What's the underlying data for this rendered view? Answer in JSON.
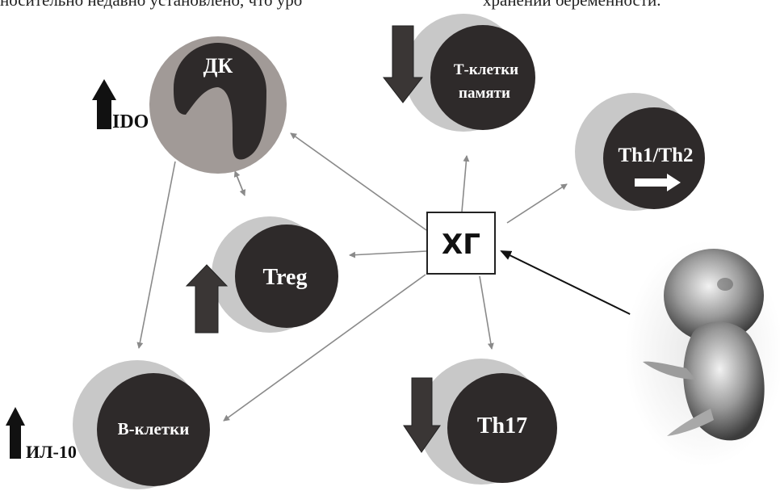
{
  "header_text": {
    "left": "носительно недавно установлено, что уро",
    "right": "хранении беременности."
  },
  "nodes": {
    "dk": "ДК",
    "memory_t": [
      "Т-клетки",
      "памяти"
    ],
    "th1th2": "Th1/Th2",
    "treg": "Treg",
    "hg": "ХГ",
    "bcells": "В-клетки",
    "th17": "Th17"
  },
  "annotations": {
    "ido": "IDO",
    "il10": "ИЛ-10"
  },
  "colors": {
    "ring": "#c8c8c8",
    "core": "#2e2a2a",
    "dk_ring": "#a19a97",
    "arrow_block": "#3a3635",
    "connector": "#8a8a8a"
  },
  "icons": [
    "embryo-image",
    "up-arrow-icon",
    "down-arrow-icon",
    "right-arrow-icon"
  ]
}
